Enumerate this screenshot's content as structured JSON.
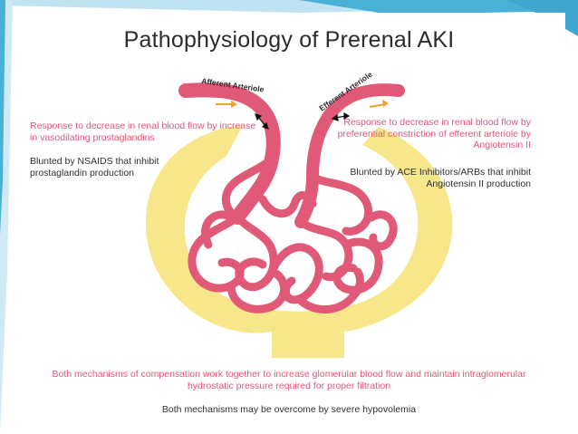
{
  "title": "Pathophysiology of Prerenal AKI",
  "afferent_label": "Afferent Arteriole",
  "efferent_label": "Efferent Arteriole",
  "left_response": "Response to decrease in renal blood flow by increase in vasodilating prostaglandins",
  "left_blunted": "Blunted by NSAIDS that inhibit prostaglandin production",
  "right_response": "Response to decrease in renal blood flow by preferential constriction of efferent arteriole by Angiotensin II",
  "right_blunted": "Blunted by ACE Inhibitors/ARBs that inhibit Angiotensin II production",
  "bottom_compensation": "Both mechanisms of compensation work together to increase glomerular blood flow and maintain intraglomerular hydrostatic pressure required for proper filtration",
  "bottom_hypovolemia": "Both mechanisms may be overcome by severe hypovolemia",
  "colors": {
    "vessel": "#e05a78",
    "capsule": "#f7e68a",
    "pink_text": "#e0577a",
    "accent": "#3ea6cf",
    "arrow": "#f0a030"
  }
}
